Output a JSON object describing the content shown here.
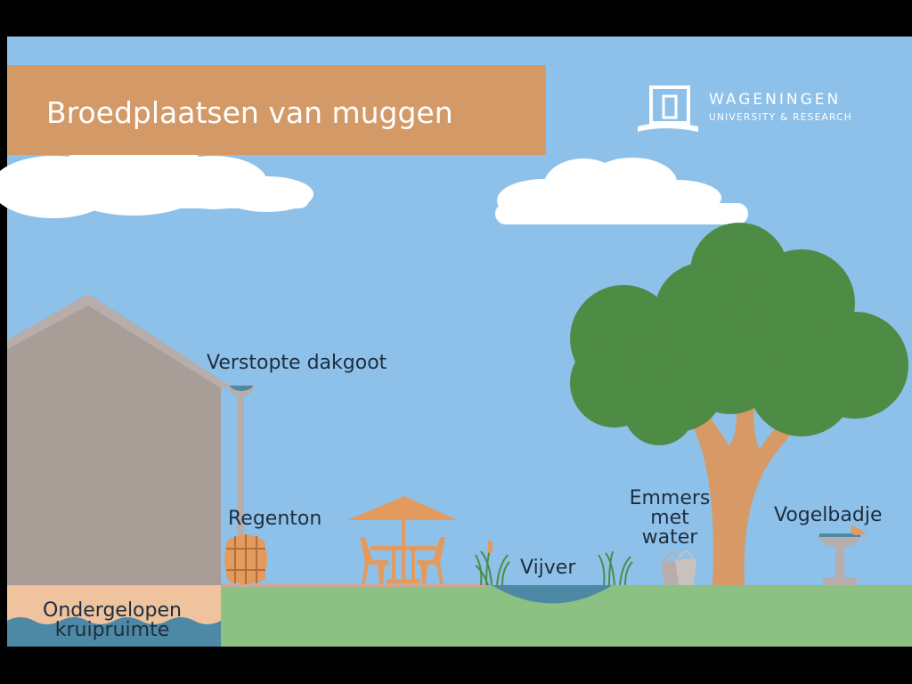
{
  "title": "Broedplaatsen van muggen",
  "logo": {
    "name": "WAGENINGEN",
    "subtitle": "UNIVERSITY & RESEARCH"
  },
  "labels": {
    "gutter": "Verstopte dakgoot",
    "barrel": "Regenton",
    "pond": "Vijver",
    "buckets_line1": "Emmers",
    "buckets_line2": "met",
    "buckets_line3": "water",
    "birdbath": "Vogelbadje",
    "crawlspace_line1": "Ondergelopen",
    "crawlspace_line2": "kruipruimte"
  },
  "colors": {
    "sky": "#8ec1e9",
    "title_bar": "#d39a68",
    "house": "#a89d97",
    "grass": "#8dc083",
    "water": "#4d88a4",
    "tree_foliage": "#4e8b44",
    "trunk": "#d79a66",
    "furniture": "#e39a5e",
    "crawlspace": "#eec39e"
  }
}
